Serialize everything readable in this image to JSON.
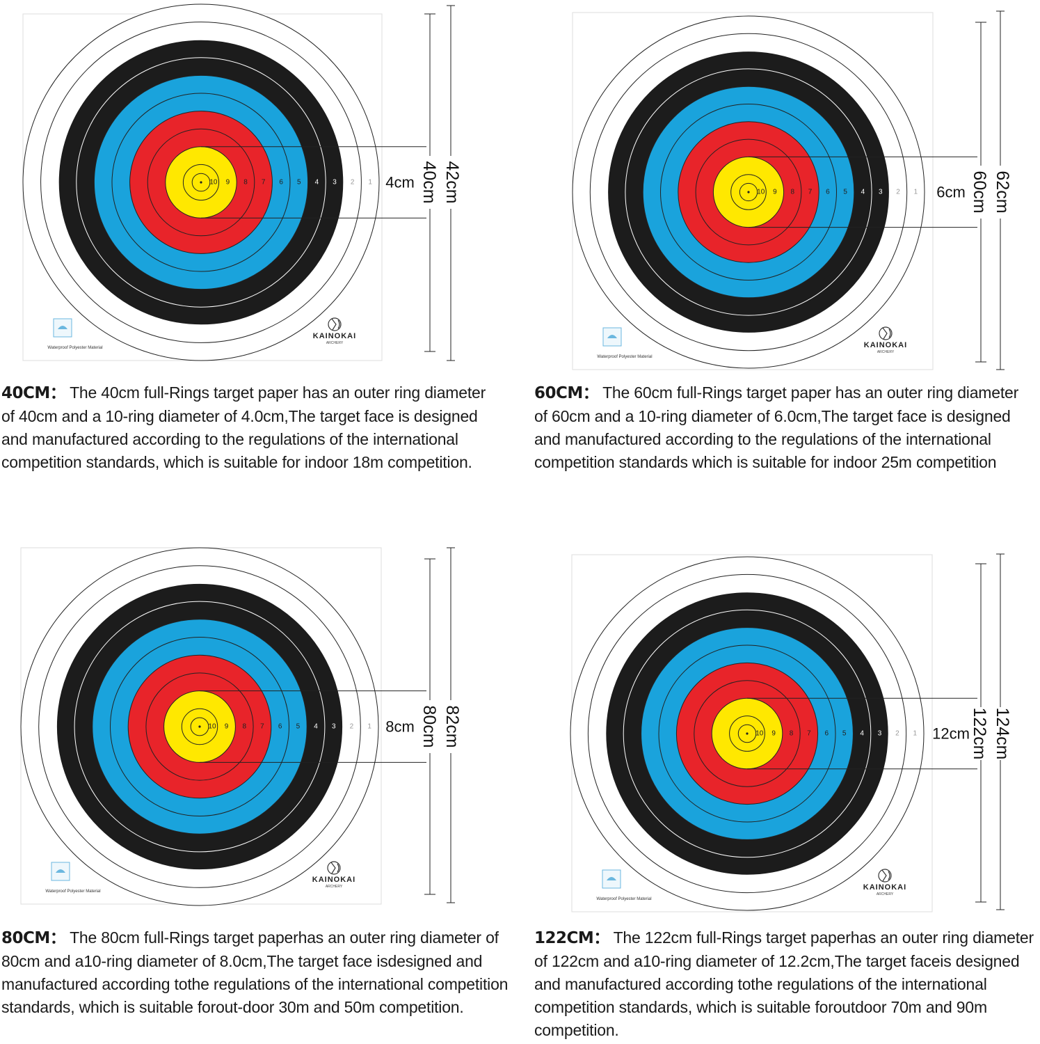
{
  "colors": {
    "gold": "#FFE800",
    "red": "#E8242A",
    "blue": "#1AA3DC",
    "black": "#1C1C1C",
    "white": "#FFFFFF",
    "ring_line": "#222222",
    "paper_border": "#DDDDDD",
    "waterproof_icon": "#6BB7DF"
  },
  "ring_scores": [
    "10",
    "9",
    "8",
    "7",
    "6",
    "5",
    "4",
    "3",
    "2",
    "1"
  ],
  "waterproof_label": "Waterproof Polyester Material",
  "brand": {
    "name": "KAINOKAI",
    "sub": "ARCHERY"
  },
  "targets": [
    {
      "id": "40",
      "outer_label": "42cm",
      "inner_label": "40cm",
      "center_label": "4cm",
      "heading": "40CM：",
      "description": "The 40cm full-Rings target paper has an outer ring diameter of 40cm and a 10-ring diameter of 4.0cm,The target face is designed and manufactured according to the regulations of the international competition standards, which is suitable for indoor 18m competition."
    },
    {
      "id": "60",
      "outer_label": "62cm",
      "inner_label": "60cm",
      "center_label": "6cm",
      "heading": "60CM：",
      "description": "The 60cm full-Rings target paper has an outer ring diameter of 60cm and a 10-ring diameter of 6.0cm,The target face is designed and manufactured according to the regulations of the international competition standards which is suitable for indoor 25m competition"
    },
    {
      "id": "80",
      "outer_label": "82cm",
      "inner_label": "80cm",
      "center_label": "8cm",
      "heading": "80CM：",
      "description": "The 80cm full-Rings target paperhas an outer ring diameter of 80cm and a10-ring diameter of 8.0cm,The target face isdesigned and manufactured according tothe regulations of the international competition standards, which is suitable forout-door 30m and 50m competition."
    },
    {
      "id": "122",
      "outer_label": "124cm",
      "inner_label": "122cm",
      "center_label": "12cm",
      "heading": "122CM：",
      "description": "The 122cm full-Rings target paperhas an outer ring diameter of 122cm and a10-ring diameter of 12.2cm,The target faceis designed and manufactured according tothe regulations of the international competition standards, which is suitable foroutdoor 70m and 90m competition."
    }
  ]
}
